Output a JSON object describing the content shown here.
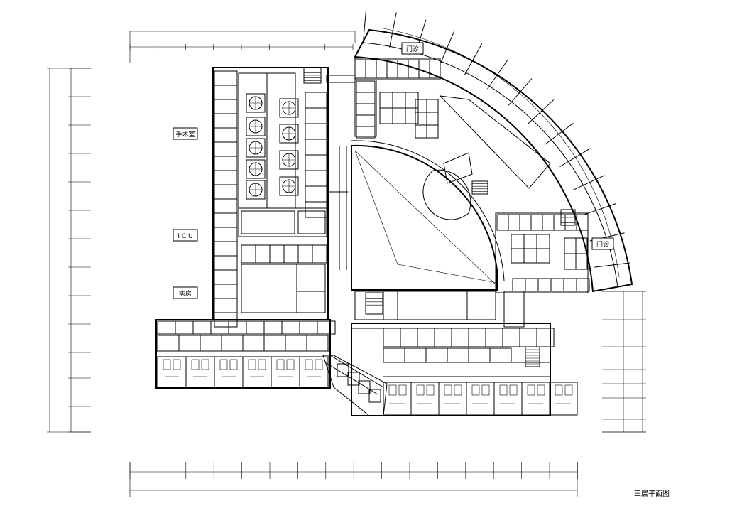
{
  "drawing": {
    "title": "三层平面图",
    "zone_labels": {
      "surgery": "手术室",
      "icu": "I C U",
      "ward": "病房",
      "outpatient_top": "门诊",
      "outpatient_right": "门诊"
    }
  }
}
